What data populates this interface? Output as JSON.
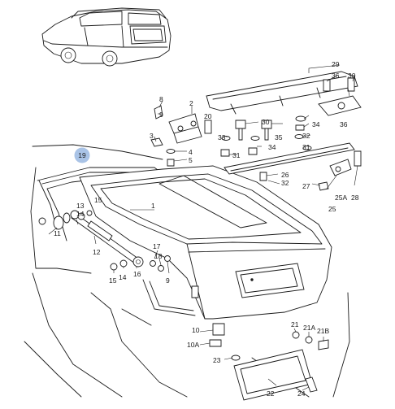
{
  "highlight_color": "#a9c3e6",
  "callouts": {
    "c1": "1",
    "c2": "2",
    "c3": "3",
    "c4": "4",
    "c5": "5",
    "c8": "8",
    "c9": "9",
    "c10": "10",
    "c10a": "10A",
    "c11": "11",
    "c12": "12",
    "c13": "13",
    "c14a": "14",
    "c14b": "14",
    "c15a": "15",
    "c15b": "15",
    "c16": "16",
    "c17": "17",
    "c18": "18",
    "c19": "19",
    "c20": "20",
    "c21": "21",
    "c21a": "21A",
    "c21b": "21B",
    "c22": "22",
    "c23": "23",
    "c24": "24",
    "c25": "25",
    "c25a": "25A",
    "c26": "26",
    "c27": "27",
    "c28": "28",
    "c29": "29",
    "c30a": "30",
    "c30b": "30",
    "c31a": "31",
    "c31b": "31",
    "c32": "32",
    "c33": "33",
    "c34a": "34",
    "c34b": "34",
    "c35": "35",
    "c36a": "36",
    "c36b": "36"
  }
}
